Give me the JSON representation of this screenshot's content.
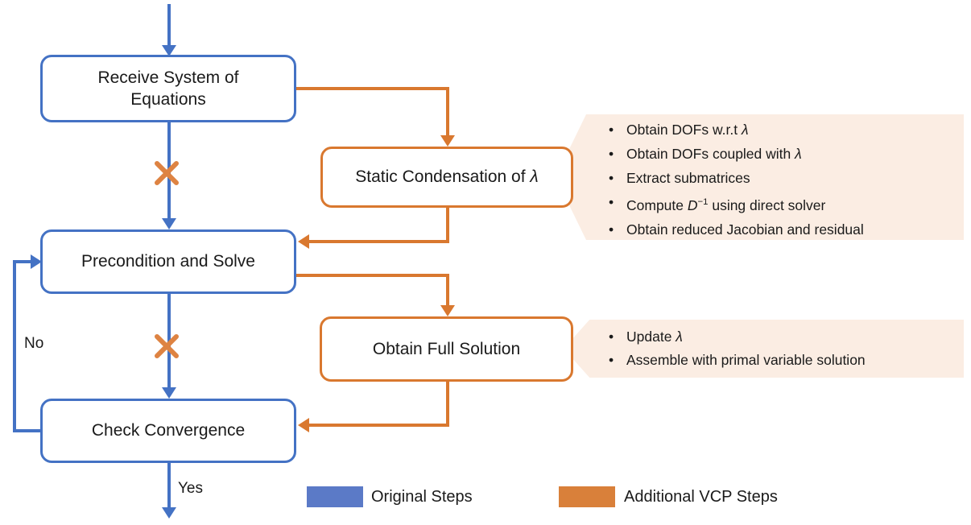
{
  "colors": {
    "blue": "#4472C4",
    "orange": "#D9782F",
    "x_mark": "#DE8342",
    "callout_bg": "#FBEDE3",
    "legend_blue": "#5B7AC7",
    "legend_orange": "#D9803A",
    "box_fill": "#FFFFFF",
    "text": "#1A1A1A"
  },
  "nodes": {
    "receive": {
      "label": "Receive System of Equations"
    },
    "static_condensation": {
      "segments": [
        {
          "text": "Static Condensation of "
        },
        {
          "text": "λ",
          "italic": true
        }
      ]
    },
    "precondition": {
      "label": "Precondition and Solve"
    },
    "obtain_full": {
      "label": "Obtain Full Solution"
    },
    "check_convergence": {
      "label": "Check Convergence"
    }
  },
  "edge_labels": {
    "no": "No",
    "yes": "Yes"
  },
  "callouts": {
    "static": {
      "items": [
        [
          {
            "text": "Obtain DOFs w.r.t "
          },
          {
            "text": "λ",
            "italic": true
          }
        ],
        [
          {
            "text": "Obtain DOFs coupled with "
          },
          {
            "text": "λ",
            "italic": true
          }
        ],
        [
          {
            "text": "Extract submatrices"
          }
        ],
        [
          {
            "text": "Compute "
          },
          {
            "text": "D",
            "italic": true
          },
          {
            "text": "−1",
            "sup": true
          },
          {
            "text": " using direct solver"
          }
        ],
        [
          {
            "text": "Obtain reduced Jacobian and residual"
          }
        ]
      ]
    },
    "full_solution": {
      "items": [
        [
          {
            "text": "Update "
          },
          {
            "text": "λ",
            "italic": true
          }
        ],
        [
          {
            "text": "Assemble with primal variable solution"
          }
        ]
      ]
    }
  },
  "legend": {
    "original": {
      "label": "Original Steps"
    },
    "vcp": {
      "label": "Additional VCP Steps"
    }
  }
}
